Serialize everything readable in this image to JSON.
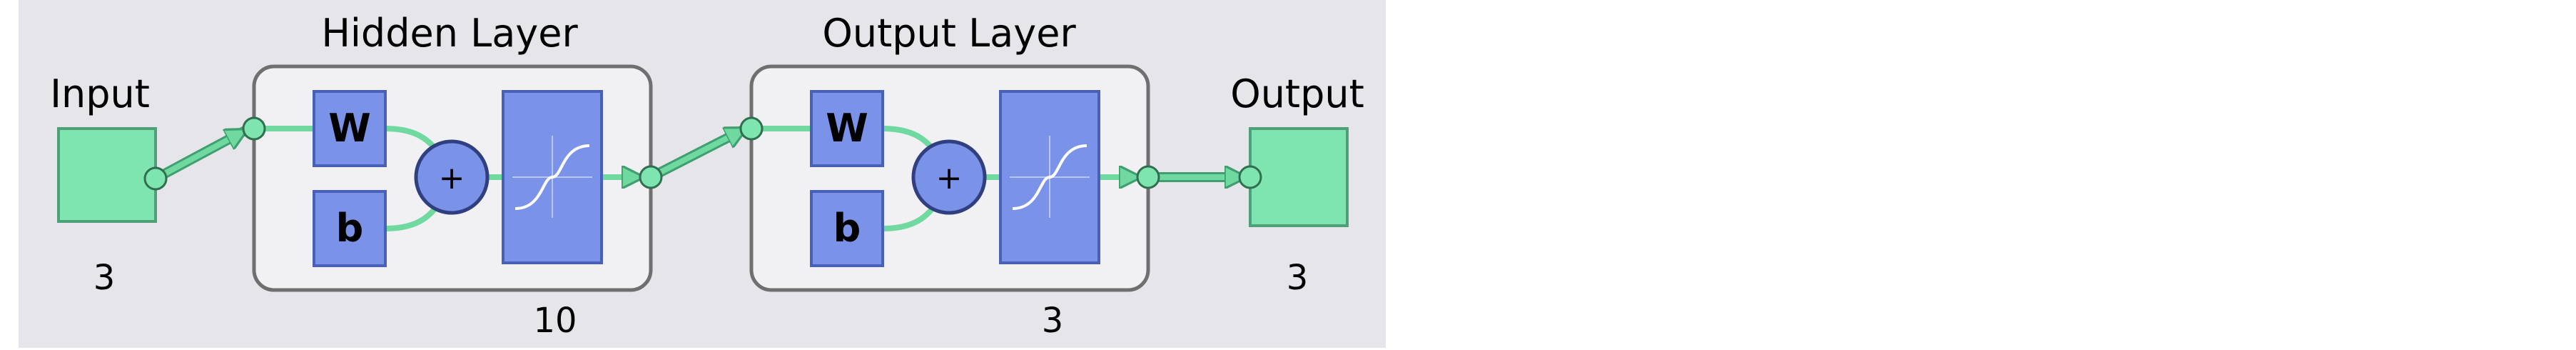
{
  "colors": {
    "panel_background": "#e6e6ea",
    "layer_box_fill": "#f1f1f4",
    "layer_box_stroke": "#6f6f6f",
    "node_fill": "#7fe5b0",
    "node_stroke": "#4f9f78",
    "block_fill": "#7a93e8",
    "block_stroke": "#4860b8",
    "wire": "#6fd9a0",
    "wire_dark": "#3f9f70"
  },
  "input": {
    "label": "Input",
    "size": "3"
  },
  "hidden_layer": {
    "title": "Hidden Layer",
    "weight_label": "W",
    "bias_label": "b",
    "sum_symbol": "+",
    "size": "10",
    "transfer_icon": "sigmoid-curve-icon"
  },
  "output_layer": {
    "title": "Output Layer",
    "weight_label": "W",
    "bias_label": "b",
    "sum_symbol": "+",
    "size": "3",
    "transfer_icon": "sigmoid-curve-icon"
  },
  "output": {
    "label": "Output",
    "size": "3"
  }
}
